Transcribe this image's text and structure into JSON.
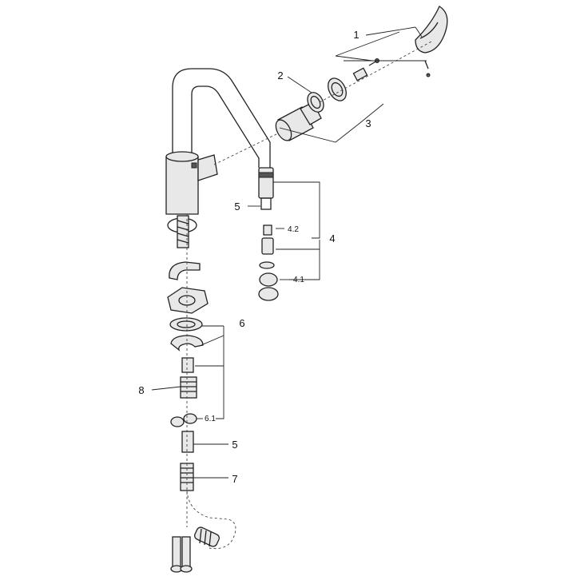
{
  "callouts": {
    "c1": "1",
    "c2": "2",
    "c3": "3",
    "c4": "4",
    "c4_1": "4.1",
    "c4_2": "4.2",
    "c5_upper": "5",
    "c5_lower": "5",
    "c6": "6",
    "c6_1": "6.1",
    "c7": "7",
    "c8": "8"
  }
}
